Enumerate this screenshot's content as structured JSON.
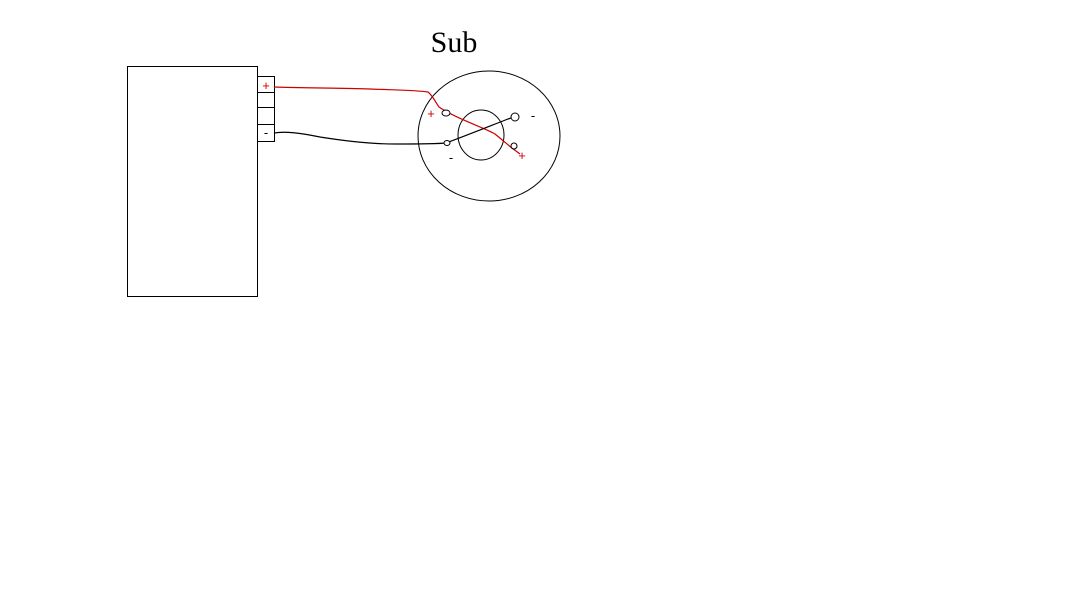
{
  "title": "Sub",
  "colors": {
    "line": "#000000",
    "positive_wire": "#cc0000",
    "negative_wire": "#000000",
    "background": "#ffffff"
  },
  "amplifier": {
    "terminals": [
      {
        "mark": "+",
        "polarity": "positive"
      },
      {
        "mark": "",
        "polarity": "none"
      },
      {
        "mark": "",
        "polarity": "none"
      },
      {
        "mark": "-",
        "polarity": "negative"
      }
    ]
  },
  "subwoofer": {
    "marks": {
      "left_plus": "+",
      "left_minus": "-",
      "right_minus": "-",
      "right_plus": "+"
    }
  }
}
